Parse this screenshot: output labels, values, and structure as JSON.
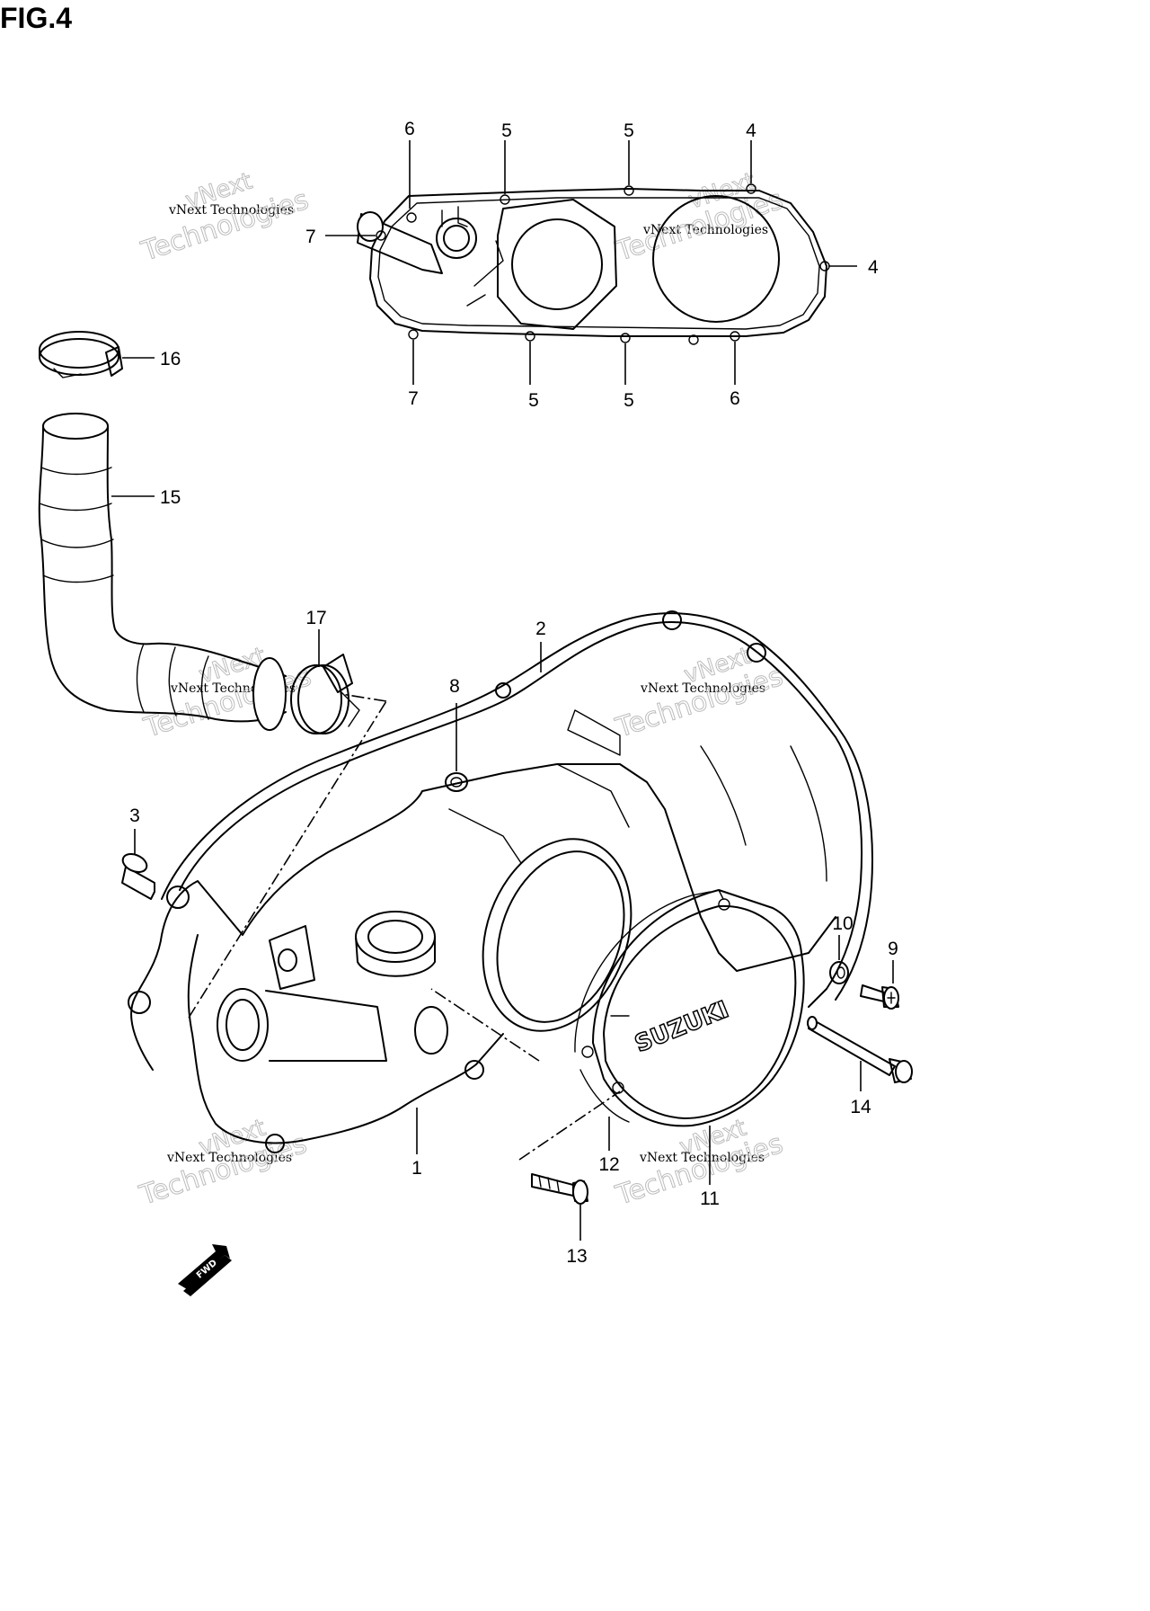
{
  "figure": {
    "title": "FIG.4"
  },
  "callouts": {
    "c1": "1",
    "c2": "2",
    "c3": "3",
    "c4a": "4",
    "c4b": "4",
    "c5a": "5",
    "c5b": "5",
    "c5c": "5",
    "c5d": "5",
    "c6a": "6",
    "c6b": "6",
    "c7a": "7",
    "c7b": "7",
    "c8": "8",
    "c9": "9",
    "c10": "10",
    "c11": "11",
    "c12": "12",
    "c13": "13",
    "c14": "14",
    "c15": "15",
    "c16": "16",
    "c17": "17"
  },
  "watermark": {
    "line1": "vNext",
    "line2": "vNext Technologies",
    "line3": "Technologies"
  },
  "cover_brand": "SUZUKI",
  "forward_arrow": "FWD"
}
